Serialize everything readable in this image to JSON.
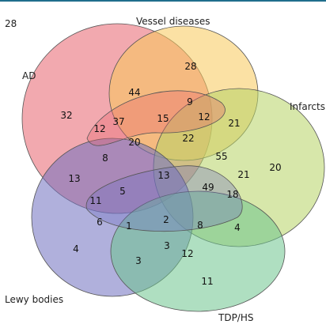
{
  "diagram": {
    "corner_number": "28",
    "top_rule_color": "#1f6e8c",
    "sets": [
      {
        "key": "ad",
        "label": "AD",
        "color": "#e8636e"
      },
      {
        "key": "vessel",
        "label": "Vessel diseases",
        "color": "#f7c85a"
      },
      {
        "key": "infarcts",
        "label": "Infarcts",
        "color": "#b6d365"
      },
      {
        "key": "lewy",
        "label": "Lewy bodies",
        "color": "#6f6fc0"
      },
      {
        "key": "tdp",
        "label": "TDP/HS",
        "color": "#6ec48e"
      }
    ],
    "region_counts": [
      {
        "key": "ad-only",
        "value": "32"
      },
      {
        "key": "vessel-only",
        "value": "28"
      },
      {
        "key": "ad-vessel",
        "value": "44"
      },
      {
        "key": "vessel-infarcts-top",
        "value": "9"
      },
      {
        "key": "vessel-infarcts",
        "value": "21"
      },
      {
        "key": "infarcts-only",
        "value": "20"
      },
      {
        "key": "ad-vessel-a",
        "value": "12"
      },
      {
        "key": "ad-vessel-b",
        "value": "37"
      },
      {
        "key": "ad-vessel-c",
        "value": "15"
      },
      {
        "key": "vessel-infarcts-b",
        "value": "12"
      },
      {
        "key": "ad-lewy-a",
        "value": "20"
      },
      {
        "key": "center-upper",
        "value": "22"
      },
      {
        "key": "ad-lewy-b",
        "value": "8"
      },
      {
        "key": "ad-lewy",
        "value": "13"
      },
      {
        "key": "vessel-infarcts-c",
        "value": "55"
      },
      {
        "key": "infarcts-b",
        "value": "21"
      },
      {
        "key": "center",
        "value": "13"
      },
      {
        "key": "lewy-a",
        "value": "5"
      },
      {
        "key": "lewy-b",
        "value": "11"
      },
      {
        "key": "infarcts-tdp-a",
        "value": "49"
      },
      {
        "key": "infarcts-tdp-b",
        "value": "18"
      },
      {
        "key": "lewy-c",
        "value": "6"
      },
      {
        "key": "lewy-tdp-a",
        "value": "1"
      },
      {
        "key": "center-lower",
        "value": "2"
      },
      {
        "key": "infarcts-tdp-c",
        "value": "8"
      },
      {
        "key": "infarcts-tdp",
        "value": "4"
      },
      {
        "key": "lewy-only",
        "value": "4"
      },
      {
        "key": "lewy-tdp-b",
        "value": "3"
      },
      {
        "key": "lewy-tdp-c",
        "value": "3"
      },
      {
        "key": "tdp-a",
        "value": "12"
      },
      {
        "key": "tdp-only",
        "value": "11"
      }
    ]
  }
}
